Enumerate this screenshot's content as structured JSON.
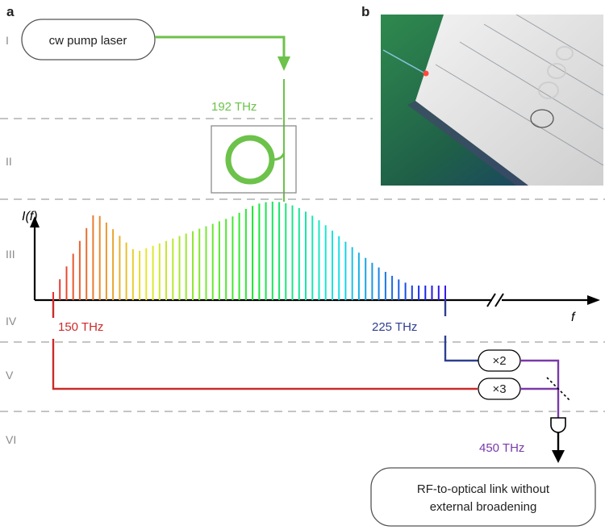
{
  "panels": {
    "a": "a",
    "b": "b"
  },
  "row_labels": [
    "I",
    "II",
    "III",
    "IV",
    "V",
    "VI"
  ],
  "boxes": {
    "pump_laser": "cw pump laser",
    "output_line1": "RF-to-optical link without",
    "output_line2": "external broadening"
  },
  "multipliers": {
    "x2": "×2",
    "x3": "×3"
  },
  "frequencies": {
    "pump": "192 THz",
    "low": "150 THz",
    "high": "225 THz",
    "doubled": "450 THz"
  },
  "axes": {
    "y": "I(f)",
    "x": "f"
  },
  "colors": {
    "pump": "#6cc24a",
    "low": "#cc2a2a",
    "high": "#2e3f8f",
    "doubled": "#7a3aa8",
    "divider": "#a0a0a0",
    "ring_box": "#8c8c8c"
  },
  "spectrum": {
    "comb_lines": 60,
    "f_start": 150,
    "f_end": 225,
    "pump_f": 192
  }
}
